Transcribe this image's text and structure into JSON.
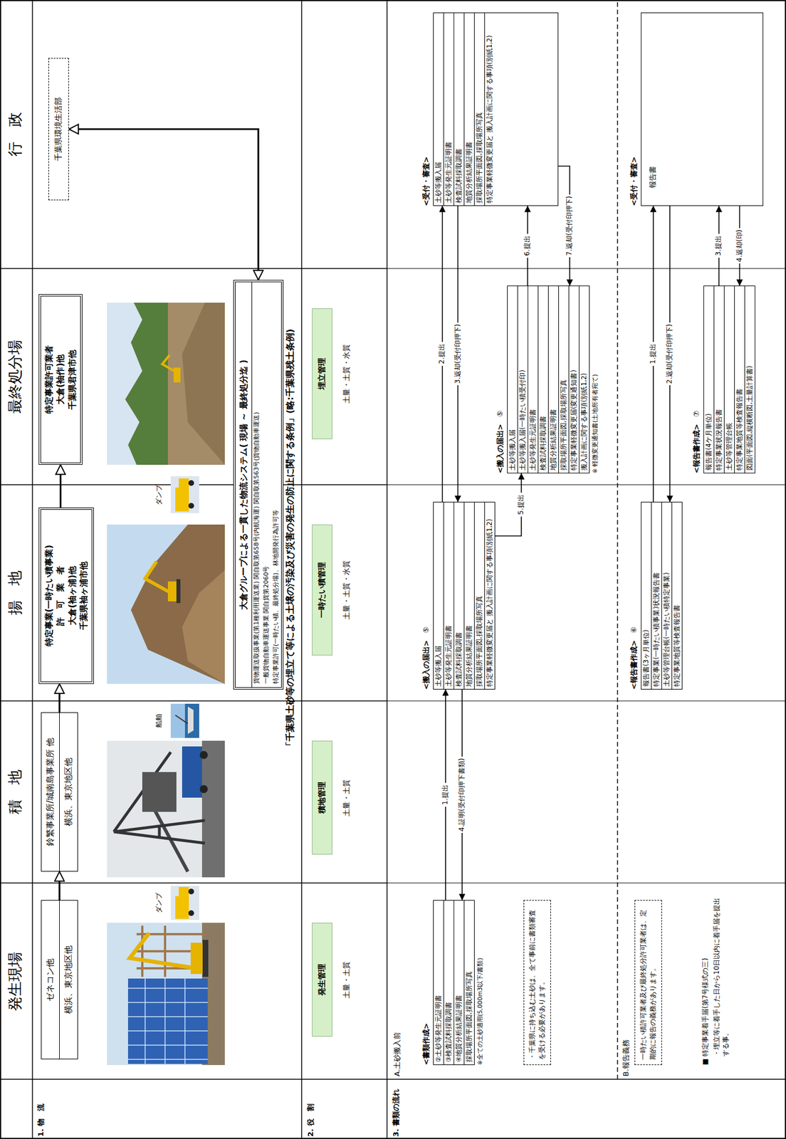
{
  "diagram": {
    "nodes": [
      {
        "text": [
          "ゼネコン他",
          "横浜、東京地区他"
        ]
      },
      {
        "text": [
          "鈴繁事業所/城南島事業所 他",
          "横浜、東京地区他"
        ]
      },
      {
        "text": [
          "特定事業(一時たい積事業)",
          "許　可　業　者",
          "大倉(袖ヶ浦)他",
          "千葉県袖ヶ浦市他"
        ]
      },
      {
        "text": [
          "特定事業許可業者",
          "大倉(袖作)他",
          "千葉県君津市他"
        ]
      },
      {
        "text": [
          "千葉県環境生活部"
        ]
      },
      {
        "text": [
          "大倉グループによる一貫した物流システム( 現場 ～ 最終処分迄 )",
          "貨物運送取扱事業(第1種利用運送業) 関自取第658号(内航海運) 関自取第563号(貨物自動車運送)",
          "一般貨物自動車運送事業 関自貨第2060号",
          "特定事業許可(一時たい積、最終処分場)、林地開発行為許可等"
        ]
      },
      {
        "text": [
          "発生管理",
          "土量・土質"
        ]
      },
      {
        "text": [
          "積地管理",
          "土量・土質"
        ]
      },
      {
        "text": [
          "一時たい積管理",
          "土量・土質・水質"
        ]
      },
      {
        "text": [
          "埋立管理",
          "土量・土質・水質"
        ]
      },
      {
        "text": [
          "<書類作成>",
          "②土砂等発生元証明書",
          "③検査試料採取調書",
          "④地質分析結果証明書",
          "採取場所平面図,採取場所写真",
          "※全ての土砂適用(5,000m3以下/書類)"
        ]
      },
      {
        "text": [
          "・千葉県に持ち込む土砂は、全て事前に書類審査を受ける必要があります。"
        ]
      },
      {
        "text": [
          "<搬入の届出>",
          "⑤",
          "土砂等搬入届",
          "土砂等発生元証明書",
          "検査試料採取調書",
          "地質分析結果証明書",
          "採取場所平面図,採取場所写真",
          "特定事業軽微変更届と 搬入計画に関する事項(別紙1,2)"
        ]
      },
      {
        "text": [
          "<搬入の届出>",
          "⑤",
          "土砂等搬入届",
          "土砂等搬入届(一時たい積受付印)",
          "土砂等発生元証明書",
          "検査試料採取調書",
          "地質分析結果証明書",
          "採取場所平面図,採取場所写真",
          "特定事業軽微変更届(変更通知書)",
          "搬入計画に関する事項(別紙1,2)",
          "※ 軽微変更通知書(土地所有者宛て)"
        ]
      },
      {
        "text": [
          "<受付・審査>",
          "土砂等搬入届",
          "土砂等発生元証明書",
          "検査試料採取調書",
          "地質分析結果証明書",
          "採取場所平面図,採取場所写真",
          "特定事業軽微変更届と 搬入計画に関する事項(別紙1,2)"
        ]
      },
      {
        "text": [
          "一時たい積許可業者及び最終処分許可業者は、定期的に報告の義務があります。"
        ]
      },
      {
        "text": [
          "<報告書作成>",
          "⑥",
          "報告書(3ヶ月単位)",
          "特定事業(一時たい積事業)状況報告書",
          "土砂等管理台帳(一時たい積特定事業)",
          "特定事業地質等検査報告書"
        ]
      },
      {
        "text": [
          "<報告書作成>",
          "⑦",
          "報告書(4ケ月単位)",
          "特定事業状況報告書",
          "土砂等管理台帳",
          "特定事業地質等検査報告書",
          "図面(平面図,縦横断図,土量計算書)"
        ]
      },
      {
        "text": [
          "<受付・審査>",
          "報告書"
        ]
      }
    ],
    "edges": [
      {
        "from": 0,
        "to": 1,
        "arrow": "to"
      },
      {
        "from": 1,
        "to": 2,
        "arrow": "to"
      },
      {
        "from": 2,
        "to": 3,
        "arrow": "to"
      },
      {
        "from": 5,
        "to": 4,
        "arrow": "both"
      },
      {
        "from": 10,
        "to": 12,
        "label": "1.提出",
        "arrow": "to"
      },
      {
        "from": 12,
        "to": 14,
        "label": "2.提出",
        "arrow": "to"
      },
      {
        "from": 14,
        "to": 12,
        "label": "3.返却(受付印押下)",
        "arrow": "to"
      },
      {
        "from": 12,
        "to": 10,
        "label": "4.証明(受付印押下書類)",
        "arrow": "to"
      },
      {
        "from": 12,
        "to": 13,
        "label": "5.提出",
        "arrow": "to"
      },
      {
        "from": 13,
        "to": 14,
        "label": "6.提出",
        "arrow": "to"
      },
      {
        "from": 14,
        "to": 13,
        "label": "7.返却(受付印押下)",
        "arrow": "to"
      },
      {
        "from": 16,
        "to": 18,
        "label": "1.提出",
        "arrow": "to"
      },
      {
        "from": 18,
        "to": 16,
        "label": "2.返却(受付印押下)",
        "arrow": "to"
      },
      {
        "from": 17,
        "to": 18,
        "label": "3.提出",
        "arrow": "to"
      },
      {
        "from": 18,
        "to": 17,
        "label": "4.返却(印)",
        "arrow": "to"
      }
    ],
    "labels": [
      "発生現場",
      "積　地",
      "揚　地",
      "最終処分場",
      "行　政",
      "1. 物　流",
      "2. 役　割",
      "3. 書類の流れ",
      "ダンプ",
      "船舶",
      "ダンプ",
      "「千葉県土砂等の埋立て等による土壌の汚染及び災害の発生の防止に関する条例」(略:千葉県残土条例)",
      "A.土砂搬入前",
      "B.報告義務",
      "■ 特定事業着手届(第7号様式の三)",
      "・埋立等に着手した日から10日以内に着手届を提出する事。"
    ]
  }
}
